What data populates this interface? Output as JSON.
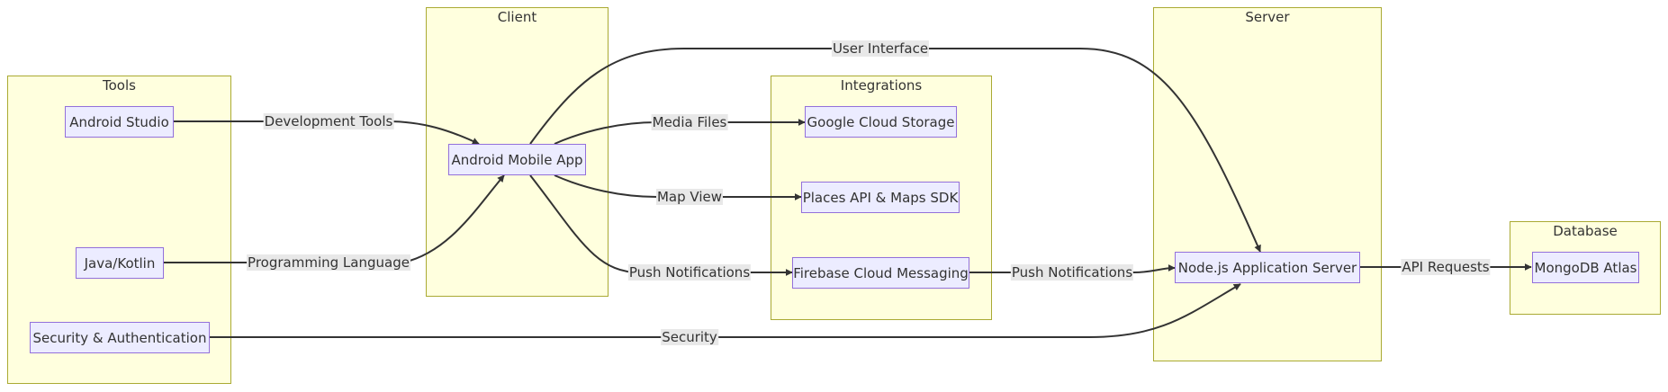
{
  "colors": {
    "cluster_fill": "#ffffde",
    "cluster_border": "#aaaa33",
    "node_fill": "#ECECFF",
    "node_border": "#9370DB",
    "edge": "#333333",
    "edge_label_bg": "#e8e8e8"
  },
  "clusters": {
    "tools": "Tools",
    "client": "Client",
    "integrations": "Integrations",
    "server": "Server",
    "database": "Database"
  },
  "nodes": {
    "android_studio": "Android Studio",
    "java_kotlin": "Java/Kotlin",
    "security_auth": "Security & Authentication",
    "android_app": "Android Mobile App",
    "gcs": "Google Cloud Storage",
    "places": "Places API & Maps SDK",
    "fcm": "Firebase Cloud Messaging",
    "nodejs": "Node.js Application Server",
    "mongodb": "MongoDB Atlas"
  },
  "edges": [
    {
      "from": "Android Studio",
      "to": "Android Mobile App",
      "label": "Development Tools"
    },
    {
      "from": "Java/Kotlin",
      "to": "Android Mobile App",
      "label": "Programming Language"
    },
    {
      "from": "Android Mobile App",
      "to": "Node.js Application Server",
      "label": "User Interface"
    },
    {
      "from": "Android Mobile App",
      "to": "Google Cloud Storage",
      "label": "Media Files"
    },
    {
      "from": "Android Mobile App",
      "to": "Places API & Maps SDK",
      "label": "Map View"
    },
    {
      "from": "Android Mobile App",
      "to": "Firebase Cloud Messaging",
      "label": "Push Notifications"
    },
    {
      "from": "Firebase Cloud Messaging",
      "to": "Node.js Application Server",
      "label": "Push Notifications"
    },
    {
      "from": "Security & Authentication",
      "to": "Node.js Application Server",
      "label": "Security"
    },
    {
      "from": "Node.js Application Server",
      "to": "MongoDB Atlas",
      "label": "API Requests"
    }
  ]
}
